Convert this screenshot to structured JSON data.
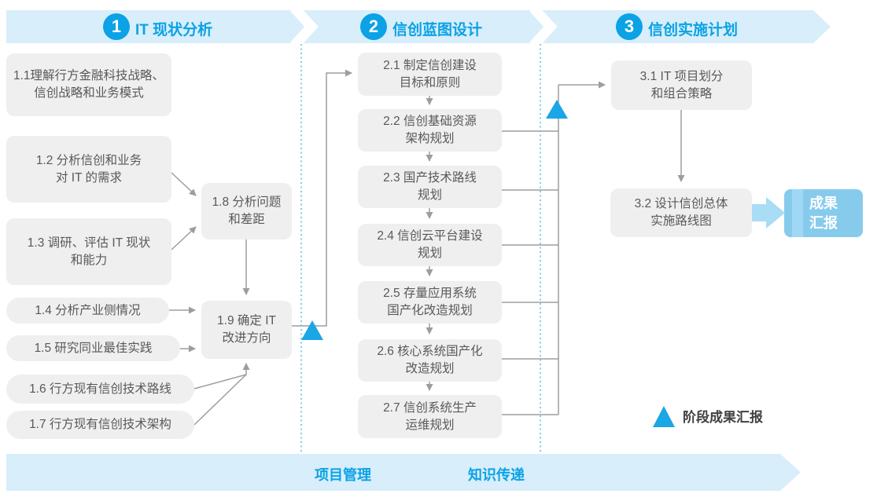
{
  "banner": {
    "phases": [
      {
        "number": "1",
        "title": "IT 现状分析"
      },
      {
        "number": "2",
        "title": "信创蓝图设计"
      },
      {
        "number": "3",
        "title": "信创实施计划"
      }
    ]
  },
  "phase1": {
    "b11": "1.1理解行方金融科技战略、\n信创战略和业务模式",
    "b12": "1.2 分析信创和业务\n对 IT 的需求",
    "b13": "1.3 调研、评估 IT 现状\n和能力",
    "b14": "1.4 分析产业侧情况",
    "b15": "1.5 研究同业最佳实践",
    "b16": "1.6 行方现有信创技术路线",
    "b17": "1.7 行方现有信创技术架构",
    "b18": "1.8 分析问题\n和差距",
    "b19": "1.9 确定 IT\n改进方向"
  },
  "phase2": {
    "b21": "2.1 制定信创建设\n目标和原则",
    "b22": "2.2 信创基础资源\n架构规划",
    "b23": "2.3 国产技术路线\n规划",
    "b24": "2.4 信创云平台建设\n规划",
    "b25": "2.5 存量应用系统\n国产化改造规划",
    "b26": "2.6 核心系统国产化\n改造规划",
    "b27": "2.7 信创系统生产\n运维规划"
  },
  "phase3": {
    "b31": "3.1 IT 项目划分\n和组合策略",
    "b32": "3.2 设计信创总体\n实施路线图",
    "result": "成果\n汇报"
  },
  "legend": {
    "label": "阶段成果汇报"
  },
  "bottom_banner": {
    "left": "项目管理",
    "right": "知识传递"
  },
  "colors": {
    "accent": "#0ba2e6",
    "band": "#d8eefa",
    "box": "#efefef",
    "box_text": "#58595b",
    "line": "#9d9d9d",
    "triangle": "#1ba6e6",
    "result_fill": "#87cbec",
    "result_stripe": "#9fd8f4",
    "result_arrow": "#a9dcf5",
    "legend_text": "#414042"
  }
}
